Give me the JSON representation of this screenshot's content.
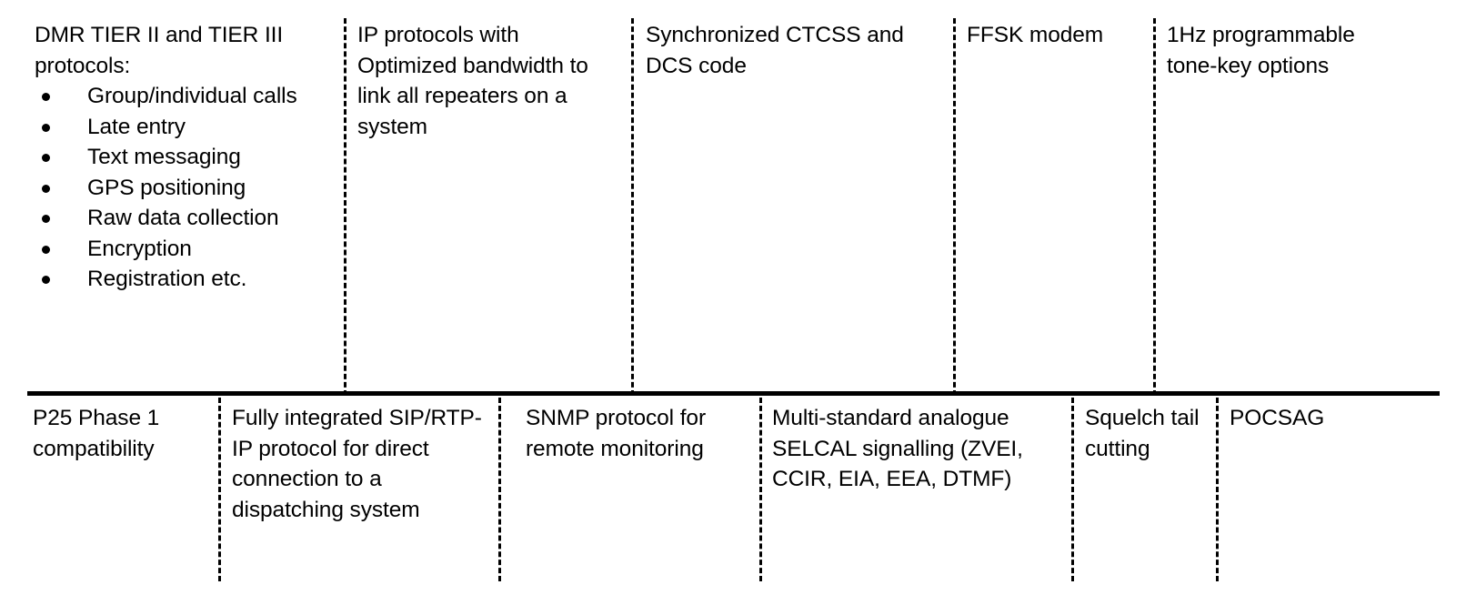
{
  "page": {
    "background": "#ffffff",
    "text_color": "#000000",
    "rule_color": "#000000"
  },
  "top_row": {
    "cells": [
      {
        "heading": "DMR TIER II and TIER III protocols:",
        "bullets": [
          "Group/individual calls",
          "Late entry",
          "Text messaging",
          "GPS positioning",
          "Raw data collection",
          "Encryption",
          "Registration etc."
        ]
      },
      {
        "heading": "IP protocols with Optimized bandwidth to link all repeaters on a system",
        "bullets": []
      },
      {
        "heading": "Synchronized CTCSS and DCS code",
        "bullets": []
      },
      {
        "heading": "FFSK modem",
        "bullets": []
      },
      {
        "heading": "1Hz programmable tone-key options",
        "bullets": []
      }
    ]
  },
  "bottom_row": {
    "cells": [
      {
        "heading": "P25 Phase 1 compatibility"
      },
      {
        "heading": "Fully integrated SIP/RTP-IP protocol for direct connection to a dispatching system"
      },
      {
        "heading": "SNMP protocol for remote monitoring"
      },
      {
        "heading": "Multi-standard analogue SELCAL signalling (ZVEI, CCIR, EIA, EEA, DTMF)"
      },
      {
        "heading": "Squelch tail cutting"
      },
      {
        "heading": "POCSAG"
      }
    ]
  }
}
